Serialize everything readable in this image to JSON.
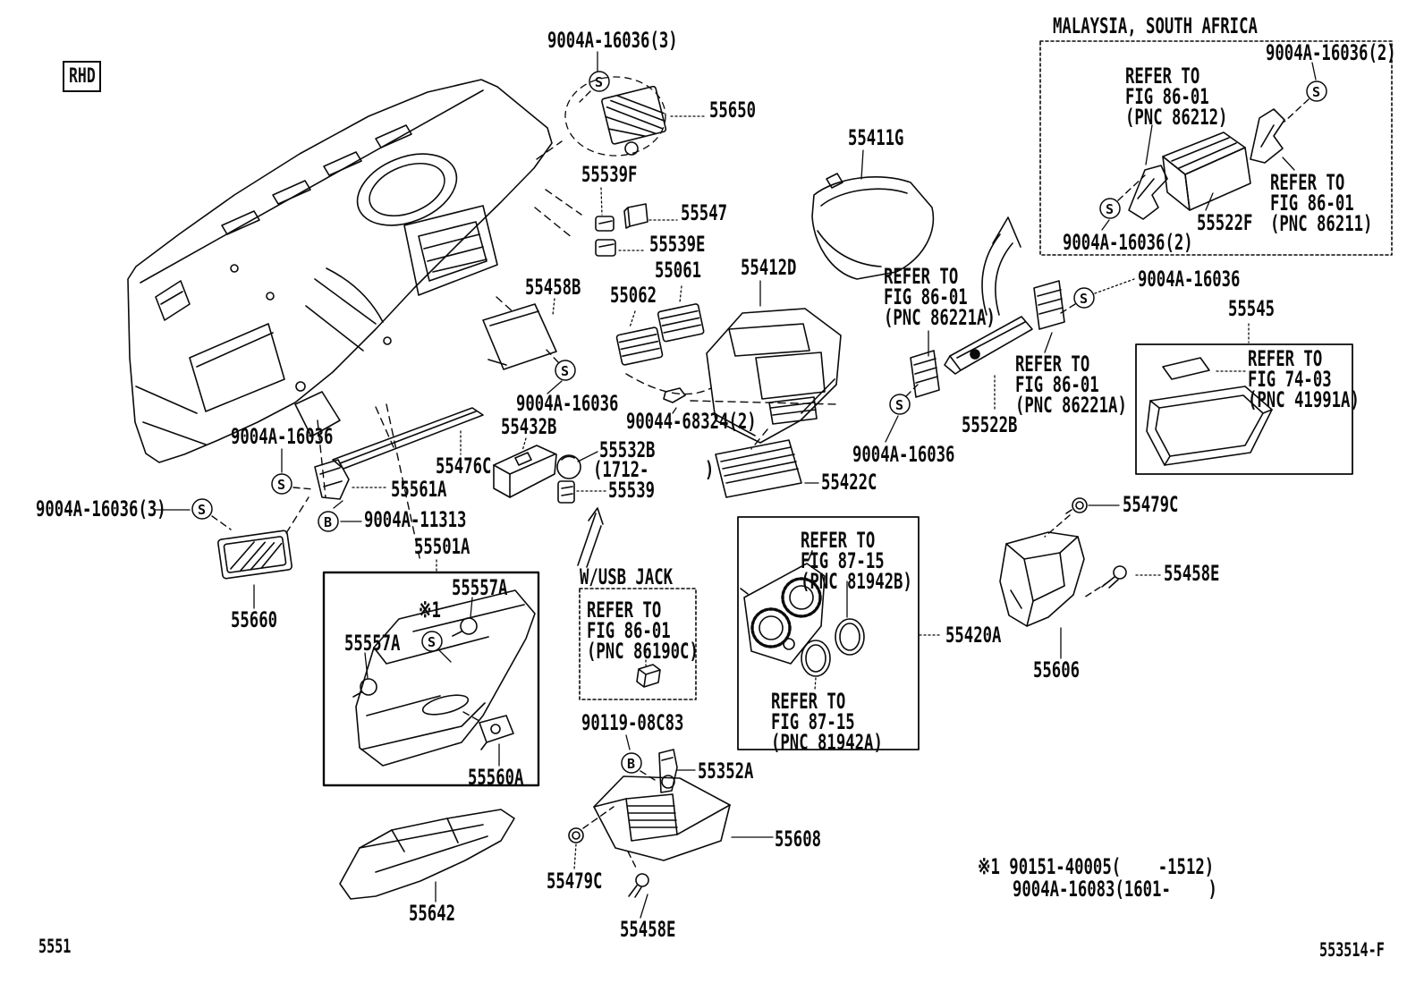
{
  "figure": {
    "drive_position": "RHD",
    "figure_no": "5551",
    "sheet_no": "553514-F",
    "region_note": "MALAYSIA, SOUTH AFRICA",
    "usb_note": "W/USB JACK",
    "symbols": {
      "screw": "S",
      "bolt": "B"
    }
  },
  "footnote": {
    "line1": "※1 90151-40005(    -1512)",
    "line2": "9004A-16083(1601-    )"
  },
  "labels": {
    "screw3_top": "9004A-16036(3)",
    "p55650": "55650",
    "p55539F": "55539F",
    "p55547": "55547",
    "p55539E": "55539E",
    "p55061": "55061",
    "p55062": "55062",
    "p55458B": "55458B",
    "p55412D": "55412D",
    "p55411G": "55411G",
    "screw2_tr": "9004A-16036(2)",
    "p55522F": "55522F",
    "screw2_bl": "9004A-16036(2)",
    "screw_16036_r": "9004A-16036",
    "p55545": "55545",
    "p55522B": "55522B",
    "screw_16036_b2": "9004A-16036",
    "p55422C": "55422C",
    "screw_16036_c": "9004A-16036",
    "p90044": "90044-68324(2)",
    "p55432B": "55432B",
    "p55532B": "55532B",
    "p55532B_date": "(1712-      )",
    "p55539": "55539",
    "p55476C": "55476C",
    "p55561A": "55561A",
    "p9004A11313": "9004A-11313",
    "screw_16036_l": "9004A-16036",
    "screw3_l": "9004A-16036(3)",
    "p55660": "55660",
    "p55501A": "55501A",
    "p55557A_a": "55557A",
    "p55557A_b": "55557A",
    "fn_mark": "※1",
    "p55560A": "55560A",
    "p90119": "90119-08C83",
    "p55352A": "55352A",
    "p55608": "55608",
    "p55479C_b": "55479C",
    "p55458E_b": "55458E",
    "p55642": "55642",
    "p55420A": "55420A",
    "p55479C_r": "55479C",
    "p55458E_r": "55458E",
    "p55606": "55606"
  },
  "refs": {
    "r86212": "REFER TO\nFIG 86-01\n(PNC 86212)",
    "r86211": "REFER TO\nFIG 86-01\n(PNC 86211)",
    "r86221a_mid": "REFER TO\nFIG 86-01\n(PNC 86221A)",
    "r86221a_right": "REFER TO\nFIG 86-01\n(PNC 86221A)",
    "r74_03": "REFER TO\nFIG 74-03\n(PNC 41991A)",
    "r86190c": "REFER TO\nFIG 86-01\n(PNC 86190C)",
    "r81942b": "REFER TO\nFIG 87-15\n(PNC 81942B)",
    "r81942a": "REFER TO\nFIG 87-15\n(PNC 81942A)"
  }
}
